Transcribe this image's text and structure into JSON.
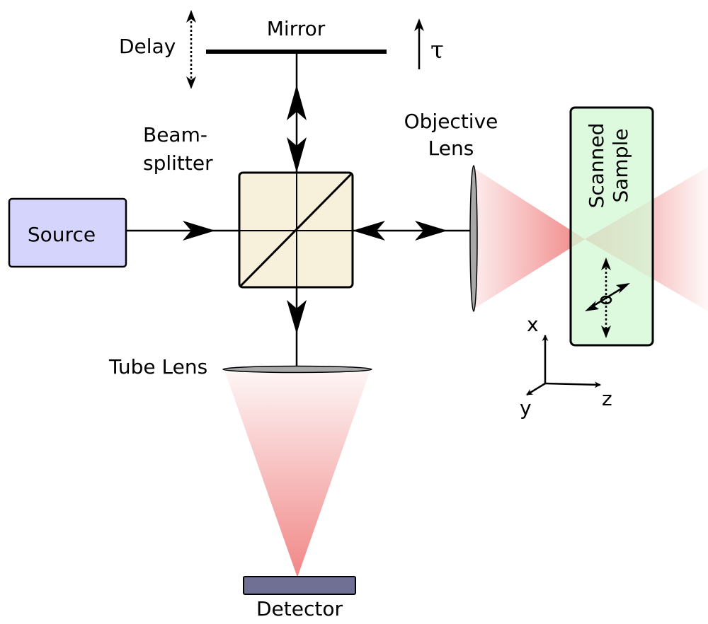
{
  "labels": {
    "delay": "Delay",
    "mirror": "Mirror",
    "tau": "τ",
    "beamsplitter_line1": "Beam-",
    "beamsplitter_line2": "splitter",
    "objective_line1": "Objective",
    "objective_line2": "Lens",
    "sample_line1": "Scanned",
    "sample_line2": "Sample",
    "source": "Source",
    "tube_lens": "Tube Lens",
    "detector": "Detector",
    "axis_x": "x",
    "axis_y": "y",
    "axis_z": "z"
  },
  "colors": {
    "source_fill": "#d4d4fc",
    "beamsplitter_fill": "#f7f1db",
    "sample_fill": "#d3f9d6",
    "detector_fill": "#6f7094",
    "beam_color": "#f08080",
    "lens_fill": "#a8a8a8"
  }
}
